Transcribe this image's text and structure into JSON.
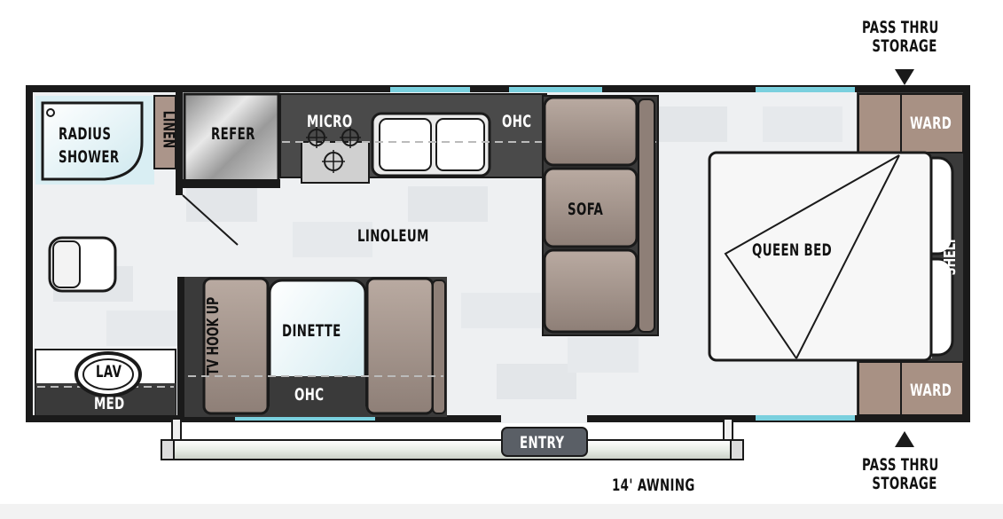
{
  "floorplan": {
    "labels": {
      "radius_shower": "RADIUS SHOWER",
      "radius_line1": "RADIUS",
      "radius_line2": "SHOWER",
      "linen": "LINEN",
      "refer": "REFER",
      "micro": "MICRO",
      "ohc_kitchen": "OHC",
      "sofa": "SOFA",
      "ward_top": "WARD",
      "ward_bottom": "WARD",
      "shelf": "SHELF",
      "queen_bed": "QUEEN BED",
      "linoleum": "LINOLEUM",
      "dinette": "DINETTE",
      "tv_hook_up": "TV HOOK UP",
      "ohc_dinette": "OHC",
      "lav": "LAV",
      "med": "MED",
      "entry": "ENTRY",
      "awning": "14' AWNING",
      "pass_thru_top_line1": "PASS THRU",
      "pass_thru_top_line2": "STORAGE",
      "pass_thru_bottom_line1": "PASS THRU",
      "pass_thru_bottom_line2": "STORAGE"
    },
    "colors": {
      "wall": "#1a1a1a",
      "floor_light": "#eef0f2",
      "floor_tile": "#e2e5e8",
      "cushion": "#9c8d84",
      "ward": "#a89184",
      "window": "#7ad0de",
      "dark_counter": "#3a3a3a"
    }
  }
}
